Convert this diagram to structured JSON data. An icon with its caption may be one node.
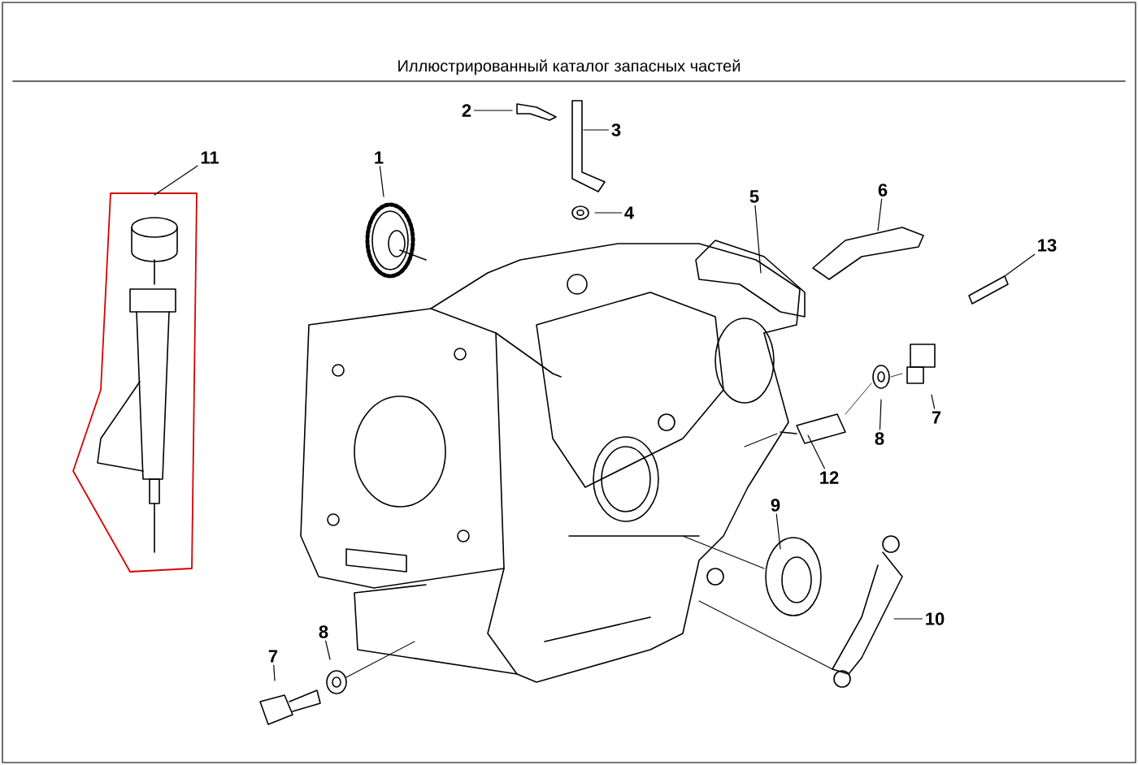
{
  "diagram": {
    "title": "Иллюстрированный каталог запасных частей",
    "nodes": [
      {
        "text": [
          "11"
        ]
      },
      {
        "text": [
          "2"
        ]
      },
      {
        "text": [
          "3"
        ]
      },
      {
        "text": [
          "1"
        ]
      },
      {
        "text": [
          "4"
        ]
      },
      {
        "text": [
          "5"
        ]
      },
      {
        "text": [
          "6"
        ]
      },
      {
        "text": [
          "13"
        ]
      },
      {
        "text": [
          "8"
        ]
      },
      {
        "text": [
          "7"
        ]
      },
      {
        "text": [
          "12"
        ]
      },
      {
        "text": [
          "9"
        ]
      },
      {
        "text": [
          "10"
        ]
      },
      {
        "text": [
          "8"
        ]
      },
      {
        "text": [
          "7"
        ]
      }
    ],
    "edges": [
      {
        "from": 0,
        "to": null,
        "arrow": "none"
      },
      {
        "from": 1,
        "to": null,
        "arrow": "none"
      },
      {
        "from": 2,
        "to": null,
        "arrow": "none"
      },
      {
        "from": 3,
        "to": null,
        "arrow": "none"
      },
      {
        "from": 4,
        "to": null,
        "arrow": "none"
      },
      {
        "from": 5,
        "to": null,
        "arrow": "none"
      },
      {
        "from": 6,
        "to": null,
        "arrow": "none"
      },
      {
        "from": 7,
        "to": null,
        "arrow": "none"
      },
      {
        "from": 8,
        "to": null,
        "arrow": "none"
      },
      {
        "from": 9,
        "to": null,
        "arrow": "none"
      },
      {
        "from": 10,
        "to": null,
        "arrow": "none"
      },
      {
        "from": 11,
        "to": null,
        "arrow": "none"
      },
      {
        "from": 12,
        "to": null,
        "arrow": "none"
      },
      {
        "from": 13,
        "to": null,
        "arrow": "none"
      },
      {
        "from": 14,
        "to": null,
        "arrow": "none"
      }
    ]
  }
}
